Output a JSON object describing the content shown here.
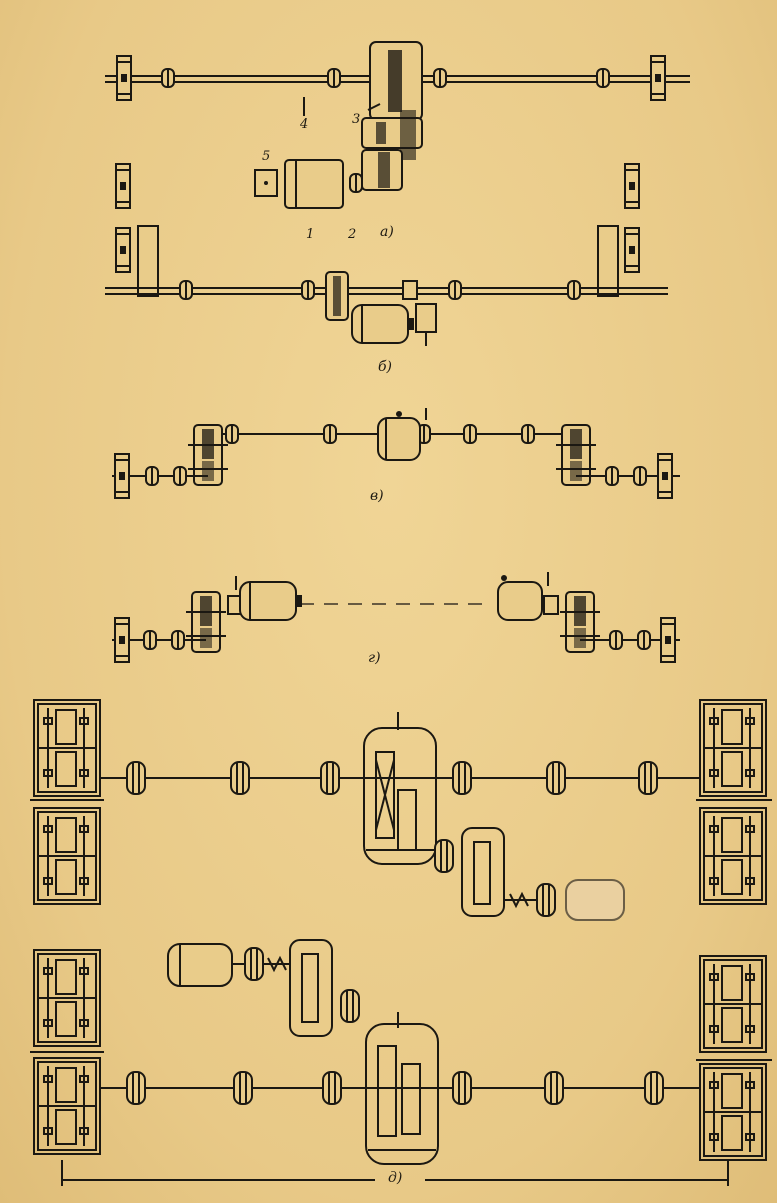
{
  "labels": {
    "n1": "1",
    "n2": "2",
    "n3": "3",
    "n4": "4",
    "n5": "5"
  },
  "captions": {
    "a": "а)",
    "b": "б)",
    "v": "в)",
    "g": "г)",
    "d": "д)"
  }
}
